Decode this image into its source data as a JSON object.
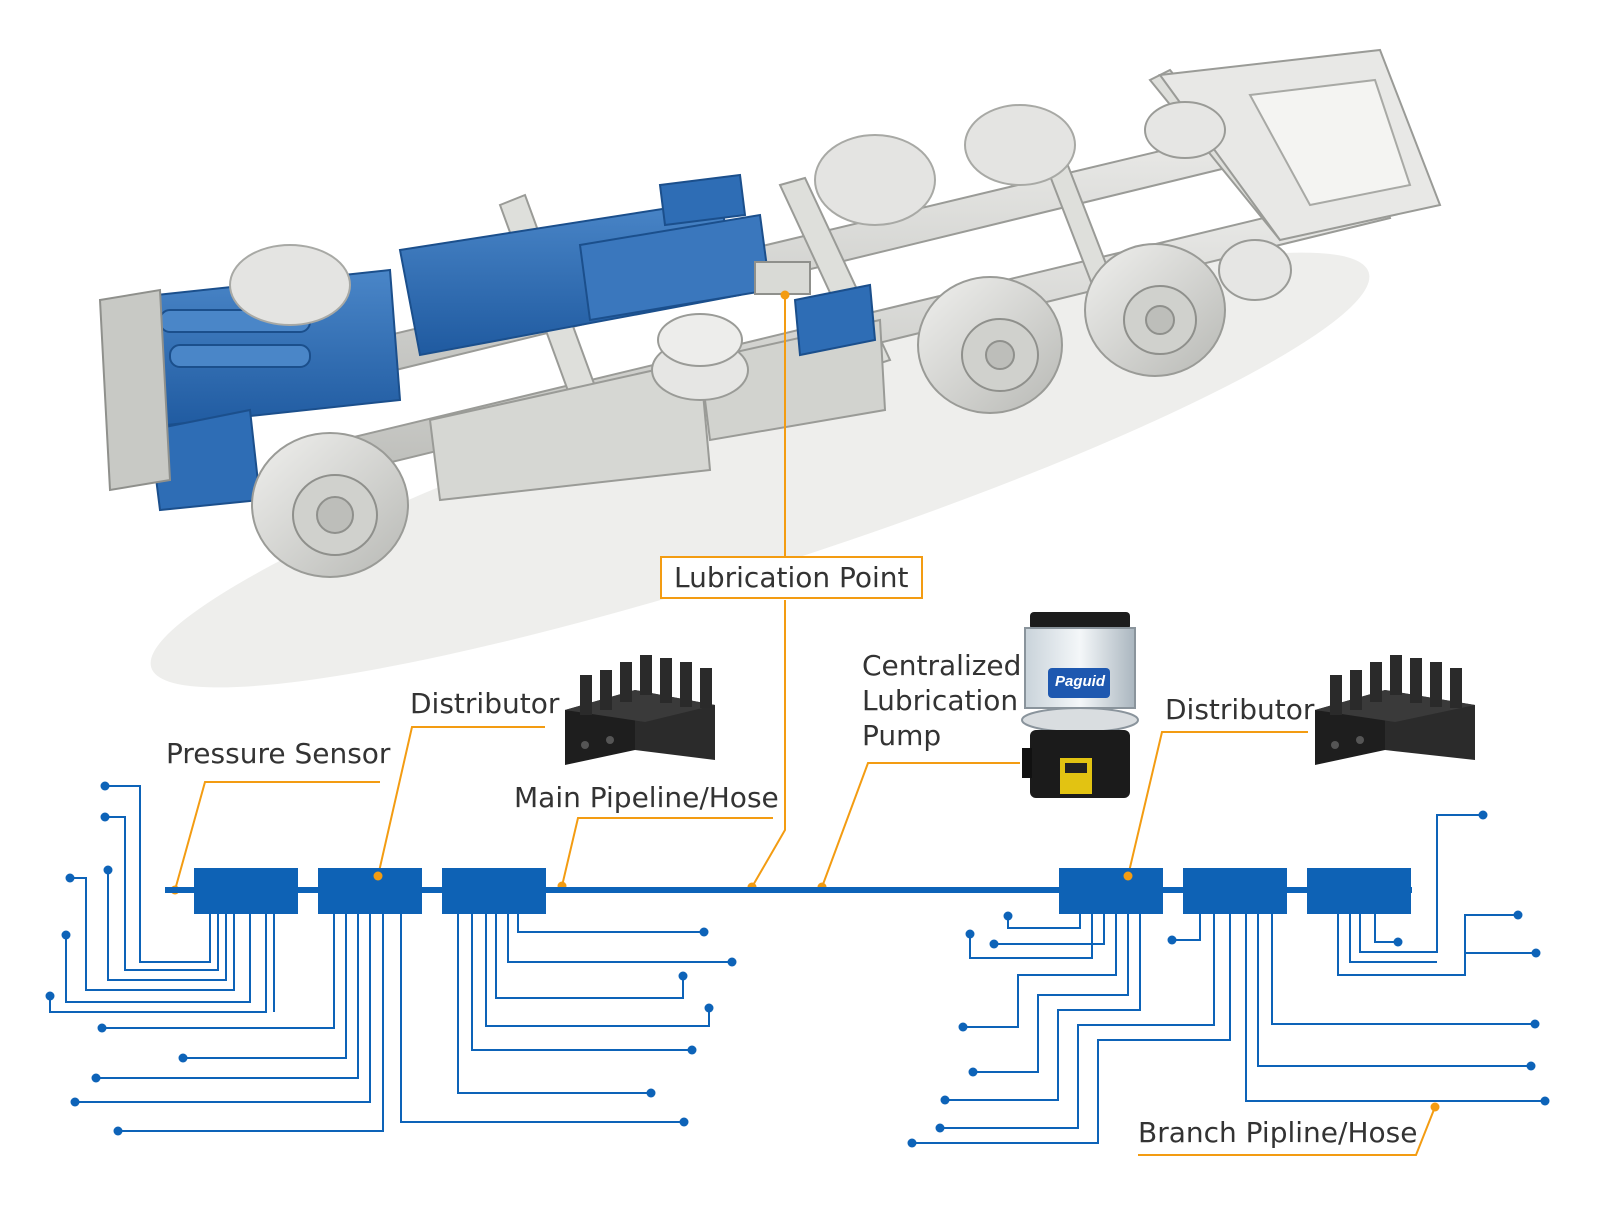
{
  "colors": {
    "pipe": "#0d63b8",
    "block": "#0e62b5",
    "leader": "#f39c12",
    "chassis": "#d9dad6",
    "chassis_dark": "#a9aba6",
    "blue_part": "#2e6db5",
    "text": "#333333"
  },
  "labels": {
    "lubrication_point": "Lubrication Point",
    "distributor_left": "Distributor",
    "distributor_right": "Distributor",
    "pressure_sensor": "Pressure Sensor",
    "main_pipeline": "Main Pipeline/Hose",
    "pump_line1": "Centralized",
    "pump_line2": "Lubrication",
    "pump_line3": "Pump",
    "branch_pipeline": "Branch Pipline/Hose"
  },
  "pump": {
    "brand_mark": "Paguid"
  },
  "icons": [
    "truck-chassis-illustration",
    "distributor-valve-icon",
    "lubrication-pump-icon"
  ]
}
